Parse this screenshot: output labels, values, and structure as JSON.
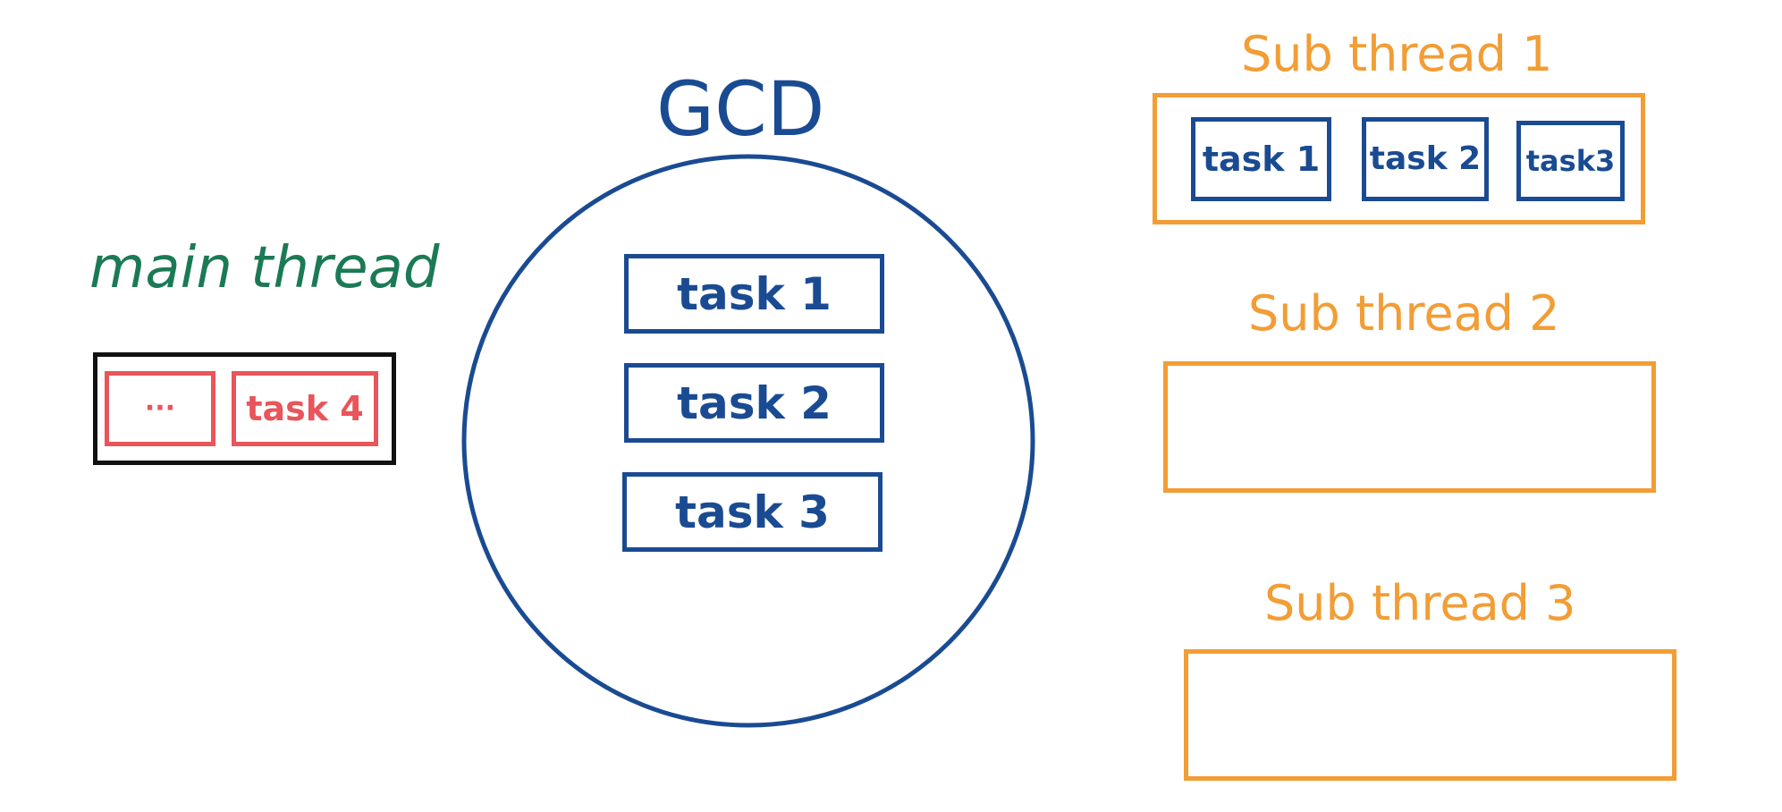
{
  "colors": {
    "green": "#1b7a55",
    "black": "#111111",
    "red": "#e8555a",
    "blue": "#1a4b92",
    "orange": "#f29d35"
  },
  "main_thread": {
    "title": "main thread",
    "items": [
      "···",
      "task 4"
    ]
  },
  "gcd": {
    "title": "GCD",
    "tasks": [
      "task 1",
      "task 2",
      "task 3"
    ]
  },
  "sub_threads": [
    {
      "title": "Sub thread 1",
      "tasks": [
        "task 1",
        "task 2",
        "task3"
      ]
    },
    {
      "title": "Sub thread 2",
      "tasks": []
    },
    {
      "title": "Sub thread 3",
      "tasks": []
    }
  ]
}
